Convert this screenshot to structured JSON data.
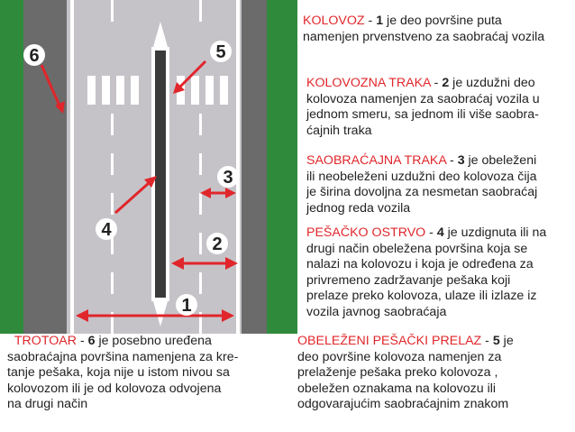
{
  "definitions": [
    {
      "id": "kolovoz",
      "term": "KOLOVOZ",
      "sep": " - ",
      "number": "1",
      "lines": [
        " je deo površine puta",
        "namenjen prvenstveno za saobraćaj vozila"
      ]
    },
    {
      "id": "kolovozna-traka",
      "term": "KOLOVOZNA TRAKA",
      "sep": " - ",
      "number": "2",
      "lines": [
        "  je uzdužni deo",
        "kolovoza namenjen za saobraćaj vozila u",
        "jednom smeru, sa jednom ili više saobra-",
        "ćajnih traka"
      ]
    },
    {
      "id": "saobracajna-traka",
      "term": "SAOBRAĆAJNA TRAKA",
      "sep": " - ",
      "number": "3",
      "lines": [
        " je obeleženi",
        "ili neobeleženi uzdužni deo kolovoza čija",
        "je širina dovoljna za nesmetan saobraćaj",
        "jednog reda vozila"
      ]
    },
    {
      "id": "pesacko-ostrvo",
      "term": "PEŠAČKO OSTRVO",
      "sep": " - ",
      "number": "4",
      "lines": [
        " je uzdignuta ili na",
        "drugi način obeležena površina koja se",
        "nalazi na kolovozu i koja je određena za",
        "privremeno zadržavanje pešaka koji",
        "prelaze preko kolovoza, ulaze ili izlaze iz",
        "vozila javnog saobraćaja"
      ]
    },
    {
      "id": "trotoar",
      "term": "TROTOAR",
      "sep": " - ",
      "number": "6",
      "lines": [
        " je posebno uređena",
        "saobraćajna površina namenjena za kre-",
        "tanje pešaka, koja nije u istom nivou sa",
        "kolovozom  ili je od kolovoza odvojena",
        "na drugi način"
      ]
    },
    {
      "id": "obelezeni-pesacki-prelaz",
      "term": "OBELEŽENI PEŠAČKI PRELAZ",
      "sep": " - ",
      "number": "5",
      "lines": [
        " je",
        "deo površine kolovoza namenjen za",
        "prelaženje pešaka preko kolovoza ,",
        "obeležen oznakama na kolovozu ili",
        "odgovarajućim saobraćajnim znakom"
      ]
    }
  ],
  "diagram_labels": [
    "1",
    "2",
    "3",
    "4",
    "5",
    "6"
  ],
  "colors": {
    "grass": "#2f8a3c",
    "sidewalk": "#6b6b6b",
    "roadway": "#c6c3c8",
    "island": "#3a3a3a",
    "marking": "#ffffff",
    "arrow": "#e0262b",
    "term": "#e0262b"
  }
}
